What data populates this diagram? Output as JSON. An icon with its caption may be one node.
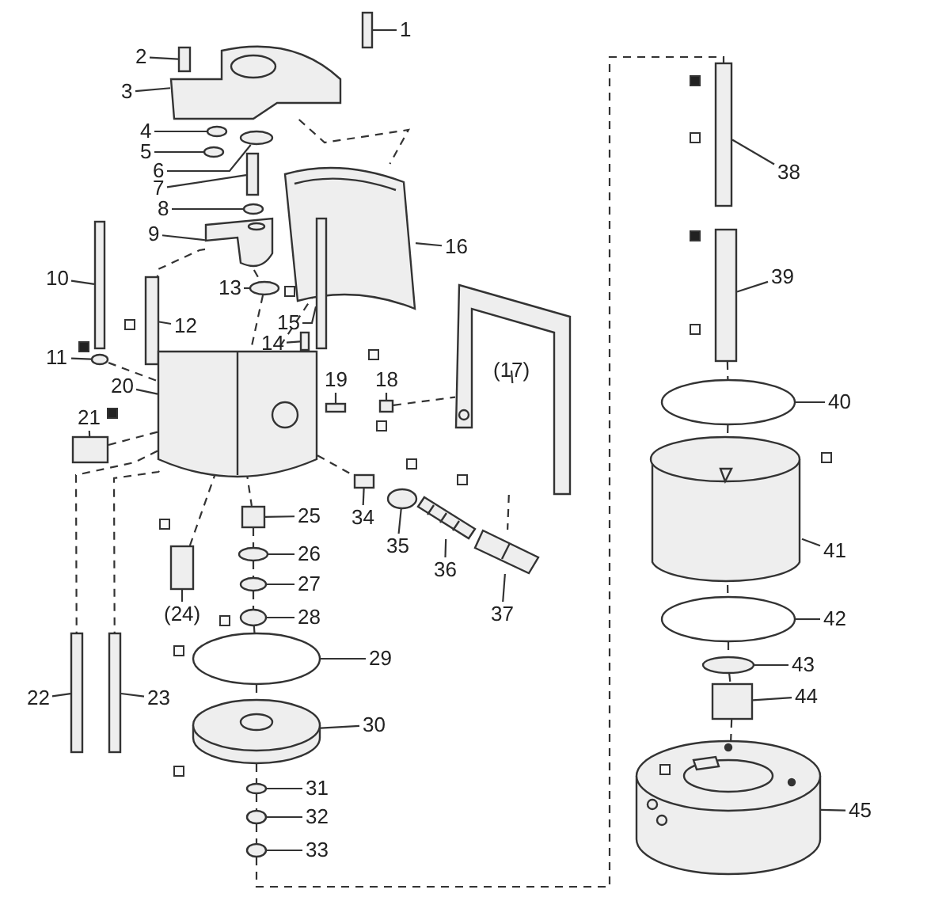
{
  "diagram": {
    "nodes": [
      {
        "text": [
          "1"
        ]
      },
      {
        "text": [
          "2"
        ]
      },
      {
        "text": [
          "3"
        ]
      },
      {
        "text": [
          "4"
        ]
      },
      {
        "text": [
          "5"
        ]
      },
      {
        "text": [
          "6"
        ]
      },
      {
        "text": [
          "7"
        ]
      },
      {
        "text": [
          "8"
        ]
      },
      {
        "text": [
          "9"
        ]
      },
      {
        "text": [
          "10"
        ]
      },
      {
        "text": [
          "11"
        ]
      },
      {
        "text": [
          "12"
        ]
      },
      {
        "text": [
          "13"
        ]
      },
      {
        "text": [
          "14"
        ]
      },
      {
        "text": [
          "15"
        ]
      },
      {
        "text": [
          "16"
        ]
      },
      {
        "text": [
          "(17)"
        ]
      },
      {
        "text": [
          "18"
        ]
      },
      {
        "text": [
          "19"
        ]
      },
      {
        "text": [
          "20"
        ]
      },
      {
        "text": [
          "21"
        ]
      },
      {
        "text": [
          "22"
        ]
      },
      {
        "text": [
          "23"
        ]
      },
      {
        "text": [
          "(24)"
        ]
      },
      {
        "text": [
          "25"
        ]
      },
      {
        "text": [
          "26"
        ]
      },
      {
        "text": [
          "27"
        ]
      },
      {
        "text": [
          "28"
        ]
      },
      {
        "text": [
          "29"
        ]
      },
      {
        "text": [
          "30"
        ]
      },
      {
        "text": [
          "31"
        ]
      },
      {
        "text": [
          "32"
        ]
      },
      {
        "text": [
          "33"
        ]
      },
      {
        "text": [
          "34"
        ]
      },
      {
        "text": [
          "35"
        ]
      },
      {
        "text": [
          "36"
        ]
      },
      {
        "text": [
          "37"
        ]
      },
      {
        "text": [
          "38"
        ]
      },
      {
        "text": [
          "39"
        ]
      },
      {
        "text": [
          "40"
        ]
      },
      {
        "text": [
          "41"
        ]
      },
      {
        "text": [
          "42"
        ]
      },
      {
        "text": [
          "43"
        ]
      },
      {
        "text": [
          "44"
        ]
      },
      {
        "text": [
          "45"
        ]
      },
      {
        "text": [],
        "shape": "box"
      },
      {
        "text": [],
        "shape": "box"
      },
      {
        "text": [],
        "shape": "picture"
      },
      {
        "text": [],
        "shape": "circle"
      },
      {
        "text": [],
        "shape": "circle"
      },
      {
        "text": [],
        "shape": "circle"
      },
      {
        "text": [],
        "shape": "box"
      },
      {
        "text": [],
        "shape": "circle"
      },
      {
        "text": [],
        "shape": "picture"
      },
      {
        "text": [],
        "shape": "box"
      },
      {
        "text": [],
        "shape": "circle"
      },
      {
        "text": [],
        "shape": "box"
      },
      {
        "text": [],
        "shape": "circle"
      },
      {
        "text": [],
        "shape": "box"
      },
      {
        "text": [],
        "shape": "box"
      },
      {
        "text": [],
        "shape": "picture"
      },
      {
        "text": [],
        "shape": "picture"
      },
      {
        "text": [],
        "shape": "box"
      },
      {
        "text": [],
        "shape": "box"
      },
      {
        "text": [],
        "shape": "picture"
      },
      {
        "text": [],
        "shape": "box"
      },
      {
        "text": [],
        "shape": "box"
      },
      {
        "text": [],
        "shape": "box"
      },
      {
        "text": [],
        "shape": "box"
      },
      {
        "text": [],
        "shape": "box"
      },
      {
        "text": [],
        "shape": "circle"
      },
      {
        "text": [],
        "shape": "circle"
      },
      {
        "text": [],
        "shape": "circle"
      },
      {
        "text": [],
        "shape": "circle"
      },
      {
        "text": [],
        "shape": "picture"
      },
      {
        "text": [],
        "shape": "circle"
      },
      {
        "text": [],
        "shape": "circle"
      },
      {
        "text": [],
        "shape": "circle"
      },
      {
        "text": [],
        "shape": "box"
      },
      {
        "text": [],
        "shape": "circle"
      },
      {
        "text": [],
        "shape": "picture"
      },
      {
        "text": [],
        "shape": "picture"
      },
      {
        "text": [],
        "shape": "box"
      },
      {
        "text": [],
        "shape": "box"
      },
      {
        "text": [],
        "shape": "circle"
      },
      {
        "text": [],
        "shape": "picture"
      },
      {
        "text": [],
        "shape": "circle"
      },
      {
        "text": [],
        "shape": "circle"
      },
      {
        "text": [],
        "shape": "box"
      },
      {
        "text": [],
        "shape": "picture"
      }
    ],
    "edges": [
      {
        "from": 0,
        "to": 45,
        "arrow": "none"
      },
      {
        "from": 1,
        "to": 46,
        "arrow": "none"
      },
      {
        "from": 2,
        "to": 47,
        "arrow": "none"
      },
      {
        "from": 3,
        "to": 48,
        "arrow": "none"
      },
      {
        "from": 4,
        "to": 49,
        "arrow": "none"
      },
      {
        "from": 5,
        "to": 50,
        "arrow": "none"
      },
      {
        "from": 6,
        "to": 51,
        "arrow": "none"
      },
      {
        "from": 7,
        "to": 52,
        "arrow": "none"
      },
      {
        "from": 8,
        "to": 53,
        "arrow": "none"
      },
      {
        "from": 9,
        "to": 54,
        "arrow": "none"
      },
      {
        "from": 10,
        "to": 55,
        "arrow": "none"
      },
      {
        "from": 11,
        "to": 56,
        "arrow": "none"
      },
      {
        "from": 12,
        "to": 57,
        "arrow": "none"
      },
      {
        "from": 13,
        "to": 58,
        "arrow": "none"
      },
      {
        "from": 14,
        "to": 59,
        "arrow": "none"
      },
      {
        "from": 15,
        "to": 60,
        "arrow": "none"
      },
      {
        "from": 16,
        "to": 61,
        "arrow": "none"
      },
      {
        "from": 17,
        "to": 62,
        "arrow": "none"
      },
      {
        "from": 18,
        "to": 63,
        "arrow": "none"
      },
      {
        "from": 19,
        "to": 64,
        "arrow": "none"
      },
      {
        "from": 20,
        "to": 65,
        "arrow": "none"
      },
      {
        "from": 21,
        "to": 66,
        "arrow": "none"
      },
      {
        "from": 22,
        "to": 67,
        "arrow": "none"
      },
      {
        "from": 23,
        "to": 68,
        "arrow": "none"
      },
      {
        "from": 24,
        "to": 69,
        "arrow": "none"
      },
      {
        "from": 25,
        "to": 70,
        "arrow": "none"
      },
      {
        "from": 26,
        "to": 71,
        "arrow": "none"
      },
      {
        "from": 27,
        "to": 72,
        "arrow": "none"
      },
      {
        "from": 28,
        "to": 73,
        "arrow": "none"
      },
      {
        "from": 29,
        "to": 74,
        "arrow": "none"
      },
      {
        "from": 30,
        "to": 75,
        "arrow": "none"
      },
      {
        "from": 31,
        "to": 76,
        "arrow": "none"
      },
      {
        "from": 32,
        "to": 77,
        "arrow": "none"
      },
      {
        "from": 33,
        "to": 78,
        "arrow": "none"
      },
      {
        "from": 34,
        "to": 79,
        "arrow": "none"
      },
      {
        "from": 35,
        "to": 80,
        "arrow": "none"
      },
      {
        "from": 36,
        "to": 81,
        "arrow": "none"
      },
      {
        "from": 37,
        "to": 82,
        "arrow": "none"
      },
      {
        "from": 38,
        "to": 83,
        "arrow": "none"
      },
      {
        "from": 39,
        "to": 84,
        "arrow": "none"
      },
      {
        "from": 40,
        "to": 85,
        "arrow": "none"
      },
      {
        "from": 41,
        "to": 86,
        "arrow": "none"
      },
      {
        "from": 42,
        "to": 87,
        "arrow": "none"
      },
      {
        "from": 43,
        "to": 88,
        "arrow": "none"
      },
      {
        "from": 44,
        "to": 89,
        "arrow": "none"
      },
      {
        "from": 47,
        "to": 60,
        "arrow": "none",
        "style": "dashed"
      },
      {
        "from": 77,
        "to": 82,
        "arrow": "none",
        "style": "dashed"
      },
      {
        "from": 83,
        "to": 84,
        "arrow": "none",
        "style": "dashed"
      },
      {
        "from": 84,
        "to": 85,
        "arrow": "none",
        "style": "dashed"
      },
      {
        "from": 85,
        "to": 86,
        "arrow": "none",
        "style": "dashed"
      },
      {
        "from": 86,
        "to": 87,
        "arrow": "none",
        "style": "dashed"
      },
      {
        "from": 87,
        "to": 88,
        "arrow": "none",
        "style": "dashed"
      },
      {
        "from": 88,
        "to": 89,
        "arrow": "none",
        "style": "dashed"
      },
      {
        "from": 64,
        "to": 69,
        "arrow": "none",
        "style": "dashed"
      },
      {
        "from": 69,
        "to": 70,
        "arrow": "none",
        "style": "dashed"
      },
      {
        "from": 70,
        "to": 71,
        "arrow": "none",
        "style": "dashed"
      },
      {
        "from": 71,
        "to": 72,
        "arrow": "none",
        "style": "dashed"
      },
      {
        "from": 72,
        "to": 73,
        "arrow": "none",
        "style": "dashed"
      },
      {
        "from": 73,
        "to": 74,
        "arrow": "none",
        "style": "dashed"
      },
      {
        "from": 74,
        "to": 75,
        "arrow": "none",
        "style": "dashed"
      },
      {
        "from": 75,
        "to": 76,
        "arrow": "none",
        "style": "dashed"
      },
      {
        "from": 76,
        "to": 77,
        "arrow": "none",
        "style": "dashed"
      },
      {
        "from": 53,
        "to": 56,
        "arrow": "none",
        "style": "dashed"
      },
      {
        "from": 53,
        "to": 57,
        "arrow": "none",
        "style": "dashed"
      },
      {
        "from": 57,
        "to": 64,
        "arrow": "none",
        "style": "dashed"
      },
      {
        "from": 55,
        "to": 64,
        "arrow": "none",
        "style": "dashed"
      },
      {
        "from": 59,
        "to": 64,
        "arrow": "none",
        "style": "dashed"
      },
      {
        "from": 65,
        "to": 64,
        "arrow": "none",
        "style": "dashed"
      },
      {
        "from": 64,
        "to": 66,
        "arrow": "none",
        "style": "dashed"
      },
      {
        "from": 64,
        "to": 67,
        "arrow": "none",
        "style": "dashed"
      },
      {
        "from": 64,
        "to": 68,
        "arrow": "none",
        "style": "dashed"
      },
      {
        "from": 64,
        "to": 78,
        "arrow": "none",
        "style": "dashed"
      },
      {
        "from": 62,
        "to": 61,
        "arrow": "none",
        "style": "dashed"
      },
      {
        "from": 61,
        "to": 81,
        "arrow": "none",
        "style": "dashed"
      }
    ]
  }
}
